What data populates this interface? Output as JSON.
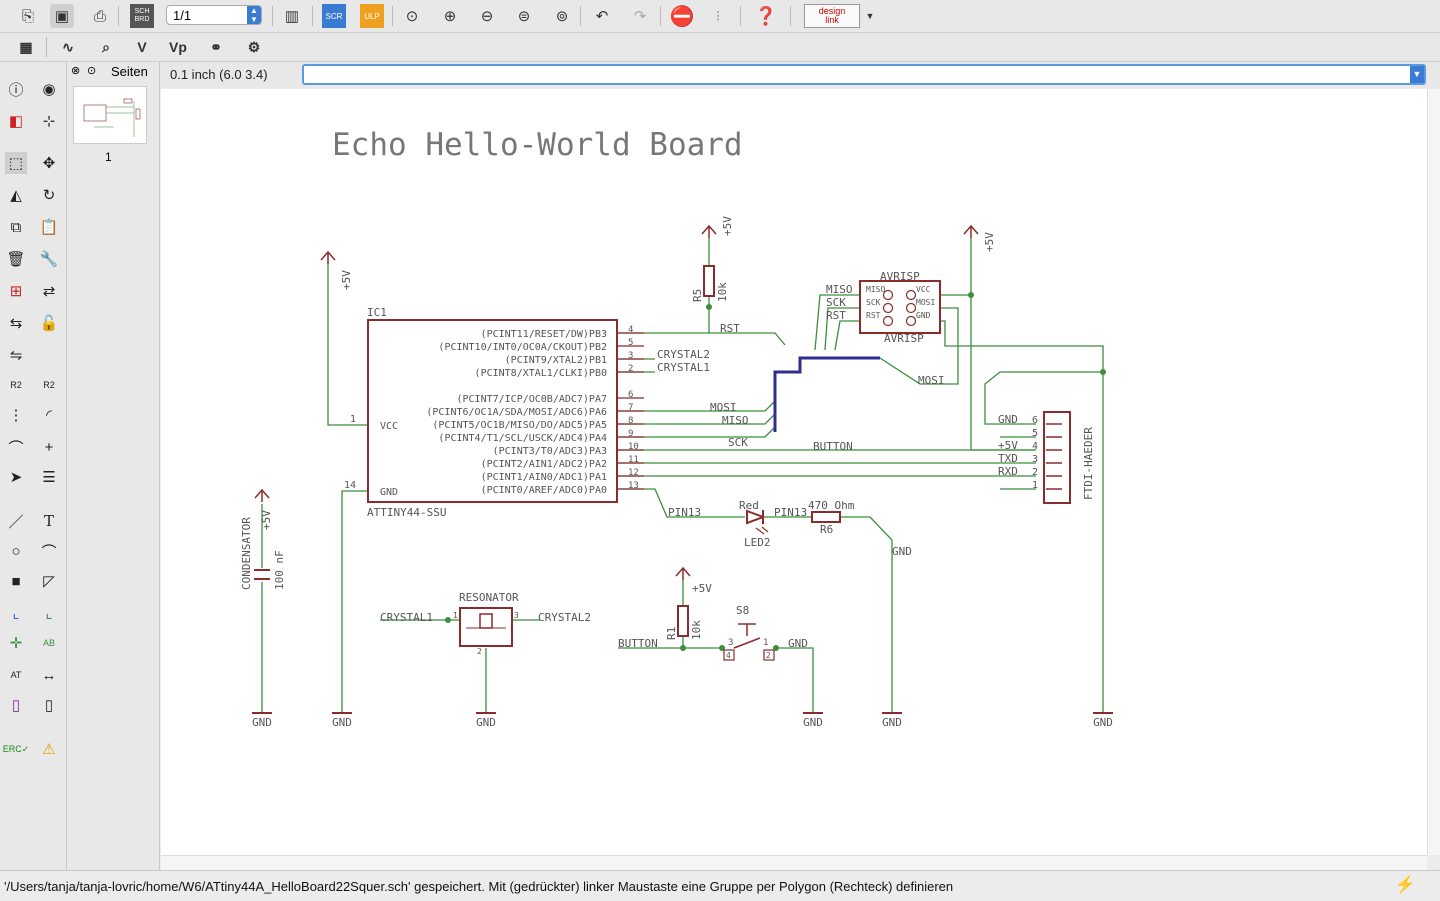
{
  "toolbar": {
    "sheet_value": "1/1",
    "scr_label": "SCR",
    "ulp_label": "ULP",
    "sch_label": "SCH",
    "brd_label": "BRD",
    "design_link_line1": "design",
    "design_link_line2": "link"
  },
  "pages_panel": {
    "title": "Seiten",
    "page_number": "1"
  },
  "command_bar": {
    "grid_coord": "0.1 inch (6.0 3.4)",
    "command_value": ""
  },
  "schematic": {
    "title": "Echo Hello-World Board",
    "ic": {
      "name": "IC1",
      "value": "ATTINY44-SSU",
      "vcc": "VCC",
      "gnd": "GND",
      "pin_vcc": "1",
      "pin_gnd": "14",
      "pins": [
        {
          "label": "(PCINT11/RESET/DW)PB3",
          "num": "4",
          "net": "RST"
        },
        {
          "label": "(PCINT10/INT0/OC0A/CKOUT)PB2",
          "num": "5",
          "net": ""
        },
        {
          "label": "(PCINT9/XTAL2)PB1",
          "num": "3",
          "net": "CRYSTAL2"
        },
        {
          "label": "(PCINT8/XTAL1/CLKI)PB0",
          "num": "2",
          "net": "CRYSTAL1"
        },
        {
          "label": "(PCINT7/ICP/OC0B/ADC7)PA7",
          "num": "6",
          "net": ""
        },
        {
          "label": "(PCINT6/OC1A/SDA/MOSI/ADC6)PA6",
          "num": "7",
          "net": "MOSI"
        },
        {
          "label": "(PCINT5/OC1B/MISO/DO/ADC5)PA5",
          "num": "8",
          "net": "MISO"
        },
        {
          "label": "(PCINT4/T1/SCL/USCK/ADC4)PA4",
          "num": "9",
          "net": "SCK"
        },
        {
          "label": "(PCINT3/T0/ADC3)PA3",
          "num": "10",
          "net": "BUTTON"
        },
        {
          "label": "(PCINT2/AIN1/ADC2)PA2",
          "num": "11",
          "net": ""
        },
        {
          "label": "(PCINT1/AIN0/ADC1)PA1",
          "num": "12",
          "net": ""
        },
        {
          "label": "(PCINT0/AREF/ADC0)PA0",
          "num": "13",
          "net": "PIN13"
        }
      ]
    },
    "supply_5v": "+5V",
    "gnd": "GND",
    "r5": {
      "name": "R5",
      "value": "10k"
    },
    "r1": {
      "name": "R1",
      "value": "10k"
    },
    "r6": {
      "name": "R6",
      "value": "470 Ohm"
    },
    "led": {
      "name": "LED2",
      "value": "Red"
    },
    "cap": {
      "name": "CONDENSATOR",
      "value": "100 nF"
    },
    "resonator": {
      "name": "RESONATOR",
      "left_net": "CRYSTAL1",
      "right_net": "CRYSTAL2",
      "p1": "1",
      "p2": "2",
      "p3": "3"
    },
    "switch": {
      "name": "S8",
      "left_net": "BUTTON",
      "right_net": "GND",
      "p1": "1",
      "p2": "2",
      "p3": "3",
      "p4": "4"
    },
    "avrisp": {
      "name": "AVRISP",
      "value": "AVRISP",
      "pins_left": [
        "MISO",
        "SCK",
        "RST"
      ],
      "pins_right": [
        "VCC",
        "MOSI",
        "GND"
      ],
      "nets": [
        "MISO",
        "SCK",
        "RST",
        "MOSI"
      ]
    },
    "ftdi": {
      "name": "FTDI-HAEDER",
      "rows": [
        {
          "net": "GND",
          "num": "6"
        },
        {
          "net": "",
          "num": "5"
        },
        {
          "net": "+5V",
          "num": "4"
        },
        {
          "net": "TXD",
          "num": "3"
        },
        {
          "net": "RXD",
          "num": "2"
        },
        {
          "net": "",
          "num": "1"
        }
      ]
    },
    "pin13_led": "PIN13",
    "button_net": "BUTTON"
  },
  "status": {
    "message": "'/Users/tanja/tanja-lovric/home/W6/ATtiny44A_HelloBoard22Squer.sch' gespeichert. Mit (gedrückter) linker Maustaste eine Gruppe per Polygon (Rechteck) definieren"
  },
  "colors": {
    "wire": "#3b8f3b",
    "part": "#8b2b2b",
    "bus": "#2e2e8f",
    "text": "#555555"
  }
}
